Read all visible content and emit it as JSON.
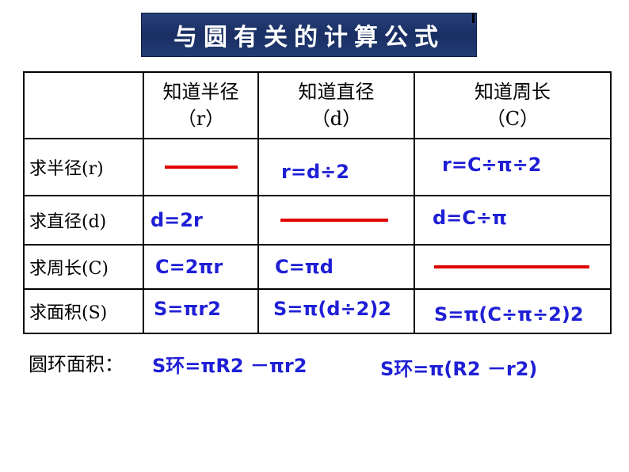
{
  "title": "与圆有关的计算公式",
  "headers": [
    {
      "line1": "知道半径",
      "line2": "（r）"
    },
    {
      "line1": "知道直径",
      "line2": "（d）"
    },
    {
      "line1": "知道周长",
      "line2": "（C）"
    }
  ],
  "rows": [
    {
      "label": "求半径(r)",
      "cells": [
        "",
        "r=d÷2",
        "r=C÷π÷2"
      ]
    },
    {
      "label": "求直径(d)",
      "cells": [
        "d=2r",
        "",
        "d=C÷π"
      ]
    },
    {
      "label": "求周长(C)",
      "cells": [
        "C=2πr",
        "C=πd",
        ""
      ]
    },
    {
      "label": "求面积(S)",
      "cells": [
        "S=πr2",
        "S=π(d÷2)2",
        "S=π(C÷π÷2)2"
      ]
    }
  ],
  "ring": {
    "label": "圆环面积：",
    "formula1": "S环=πR2 －πr2",
    "formula2": "S环=π(R2 －r2)"
  },
  "colors": {
    "formula": "#1f1fd6",
    "dash": "#e00000",
    "banner": "#1f3470"
  }
}
